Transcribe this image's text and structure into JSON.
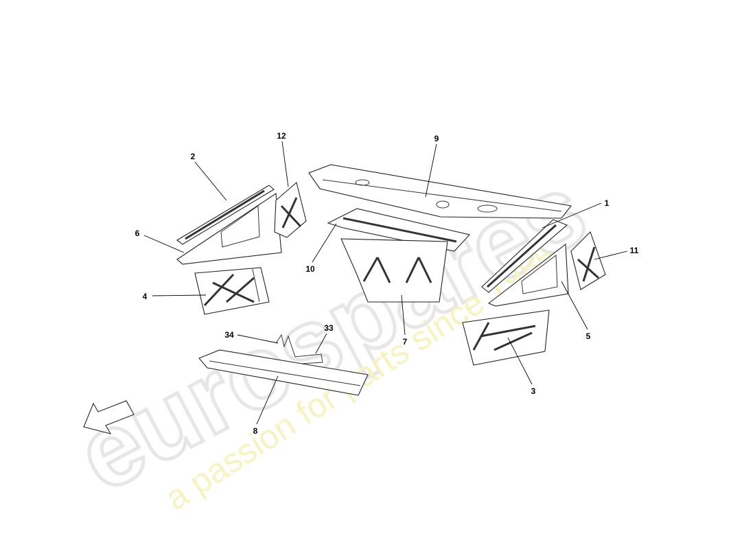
{
  "watermark": {
    "brand": "eurospares",
    "tagline": "a passion for parts since 1985",
    "tagline_color": "#f4f0b4"
  },
  "callouts": {
    "c1": "1",
    "c2": "2",
    "c3": "3",
    "c4": "4",
    "c5": "5",
    "c6": "6",
    "c7": "7",
    "c8": "8",
    "c9": "9",
    "c10": "10",
    "c11": "11",
    "c12": "12",
    "c33": "33",
    "c34": "34"
  },
  "direction_arrow": {
    "icon": "arrow-down-left-icon"
  }
}
